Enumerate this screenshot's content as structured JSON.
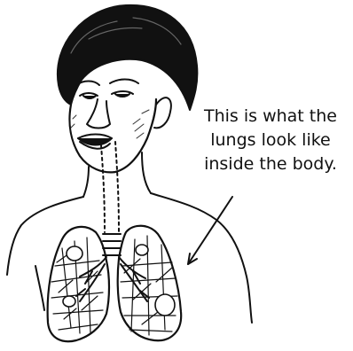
{
  "caption": {
    "lines": [
      "This is what the",
      "lungs look like",
      "inside the body."
    ]
  },
  "colors": {
    "ink": "#111111",
    "background": "#ffffff"
  }
}
